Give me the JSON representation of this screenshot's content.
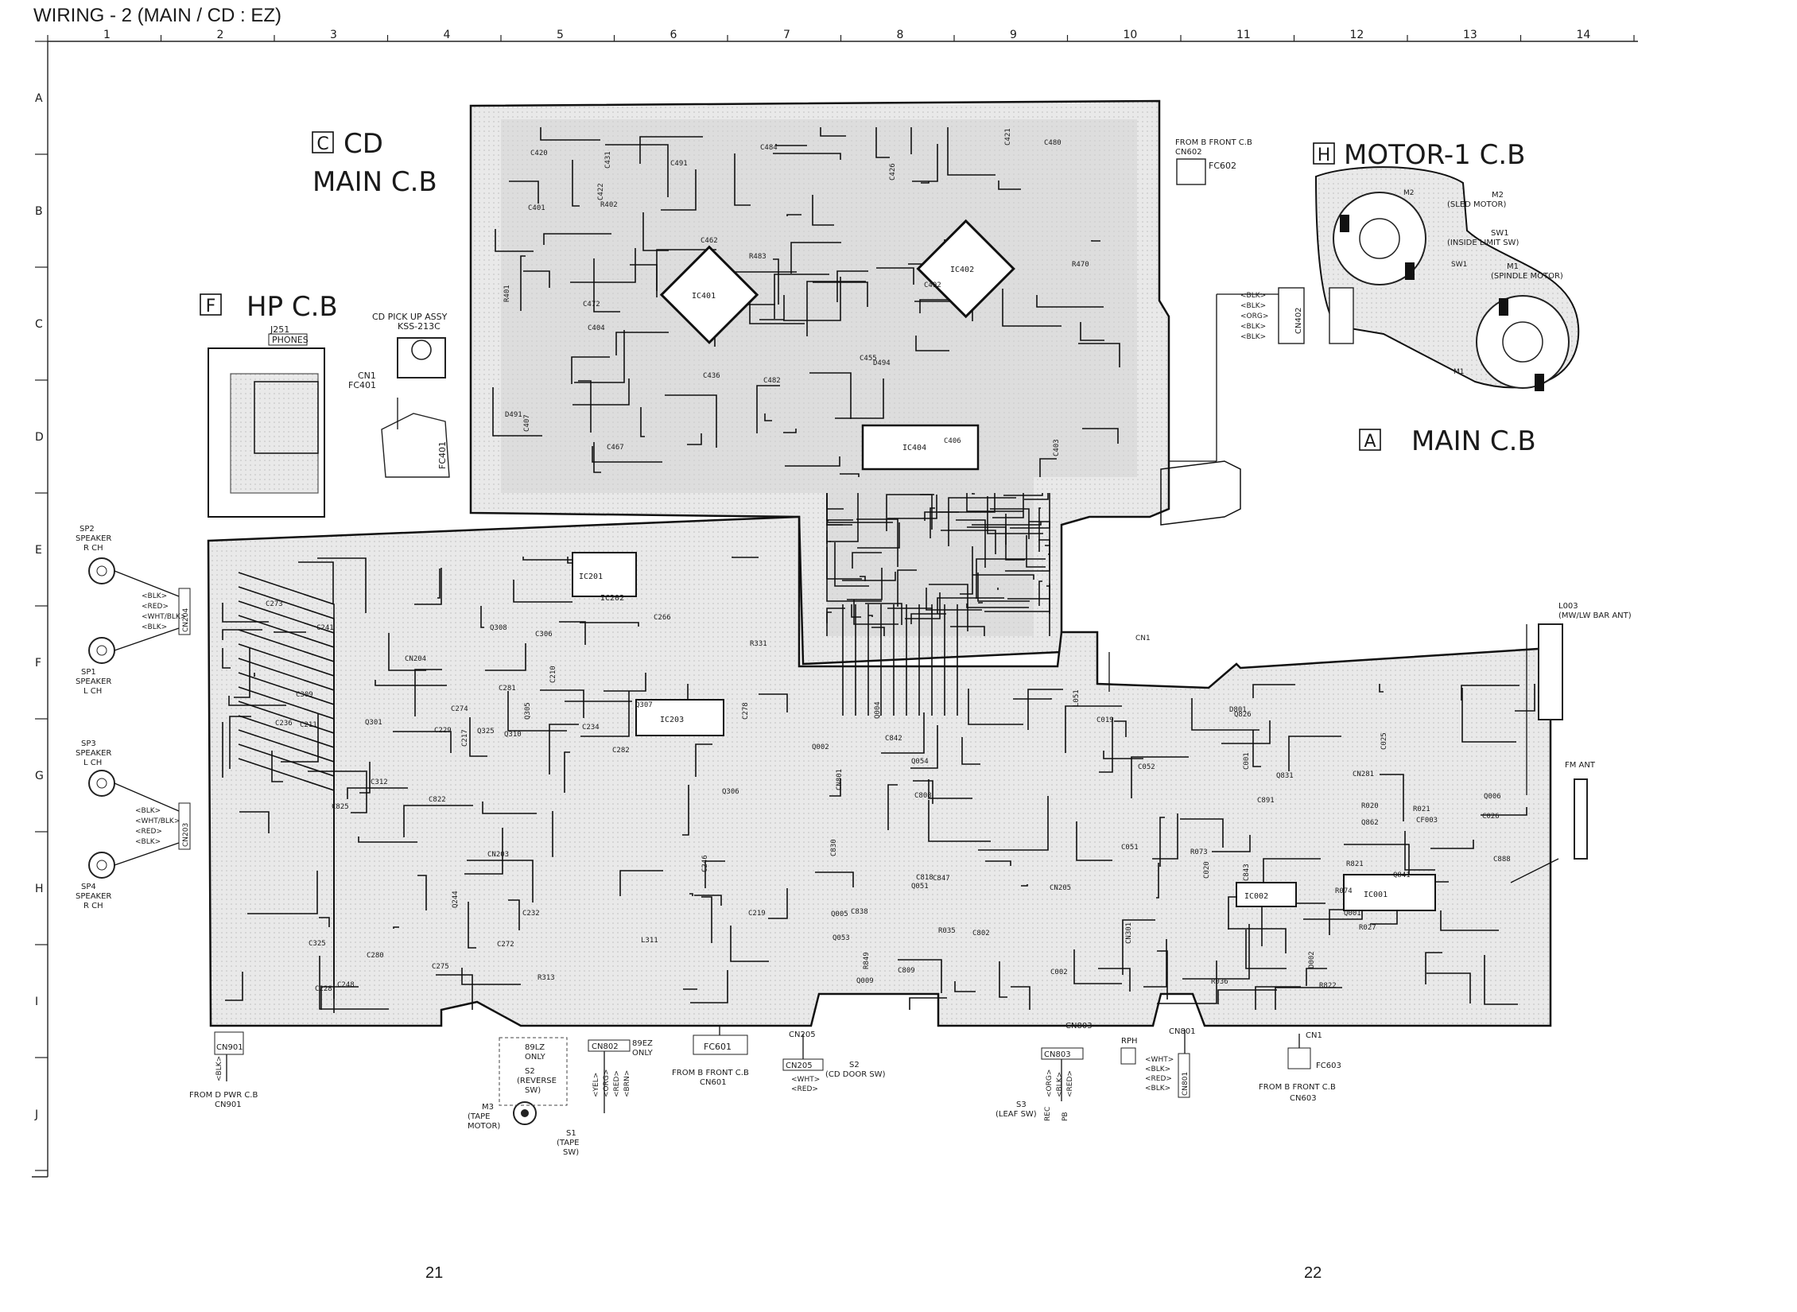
{
  "page": {
    "title": "WIRING - 2  (MAIN / CD : EZ)",
    "left_page": "21",
    "right_page": "22"
  },
  "grid": {
    "columns": [
      "1",
      "2",
      "3",
      "4",
      "5",
      "6",
      "7",
      "8",
      "9",
      "10",
      "11",
      "12",
      "13",
      "14"
    ],
    "rows": [
      "A",
      "B",
      "C",
      "D",
      "E",
      "F",
      "G",
      "H",
      "I",
      "J"
    ]
  },
  "boards": {
    "cd": {
      "letter": "C",
      "line1": "CD",
      "line2": "MAIN C.B"
    },
    "hp": {
      "letter": "F",
      "name": "HP C.B"
    },
    "motor": {
      "letter": "H",
      "name": "MOTOR-1 C.B"
    },
    "main": {
      "letter": "A",
      "name": "MAIN C.B"
    }
  },
  "labels": {
    "j251": "J251",
    "phones": "PHONES",
    "pickup1": "CD PICK UP ASSY",
    "pickup2": "KSS-213C",
    "cn1": "CN1",
    "fc401": "FC401",
    "fc401b": "FC401",
    "from_front1": "FROM",
    "from_front_b": "B",
    "from_front2": "FRONT C.B",
    "cn602": "CN602",
    "fc602": "FC602",
    "m2": "M2",
    "m2_name": "(SLED MOTOR)",
    "sw1": "SW1",
    "sw1_name": "(INSIDE LIMIT SW)",
    "m1": "M1",
    "m1_name": "(SPINDLE MOTOR)",
    "m2_pcb": "M2",
    "m1_pcb": "M1",
    "sw1_pcb": "SW1",
    "cn402": "CN402",
    "cd_wires": [
      "<BLK>",
      "<BLK>",
      "<ORG>",
      "<BLK>",
      "<BLK>"
    ],
    "sp2": "SP2",
    "sp2_a": "SPEAKER",
    "sp2_b": "R CH",
    "sp1": "SP1",
    "sp1_a": "SPEAKER",
    "sp1_b": "L CH",
    "sp3": "SP3",
    "sp3_a": "SPEAKER",
    "sp3_b": "L CH",
    "sp4": "SP4",
    "sp4_a": "SPEAKER",
    "sp4_b": "R CH",
    "cn204": "CN204",
    "cn203": "CN203",
    "wires204": [
      "<BLK>",
      "<RED>",
      "<WHT/BLK>",
      "<BLK>"
    ],
    "wires203": [
      "<BLK>",
      "<WHT/BLK>",
      "<RED>",
      "<BLK>"
    ],
    "l003": "L003",
    "l003_name": "(MW/LW BAR ANT)",
    "fm_ant": "FM ANT",
    "cn901": "CN901",
    "from_pwr1": "FROM",
    "from_pwr_d": "D",
    "from_pwr2": "PWR C.B",
    "cn901b": "CN901",
    "wires901": [
      "<BLK>"
    ],
    "s2_name": "S2",
    "s2_a": "(REVERSE",
    "s2_b": "SW)",
    "only_89l": "89LZ",
    "only_89l_b": "ONLY",
    "only_89e": "89EZ",
    "only_89e_b": "ONLY",
    "cn802": "CN802",
    "wires802": [
      "<YEL>",
      "<ORG>",
      "<RED>",
      "<BRN>"
    ],
    "m3": "M3",
    "m3_a": "(TAPE",
    "m3_b": "MOTOR)",
    "s1": "S1",
    "s1_a": "(TAPE",
    "s1_b": "SW)",
    "fc601": "FC601",
    "from_fc601_1": "FROM",
    "from_fc601_b": "B",
    "from_fc601_2": "FRONT C.B",
    "cn601": "CN601",
    "cn205": "CN205",
    "cn205b": "CN205",
    "s2b": "S2",
    "s2b_name": "(CD DOOR SW)",
    "wires205": [
      "<WHT>",
      "<RED>"
    ],
    "cn803": "CN803",
    "cn803b": "CN803",
    "s3": "S3",
    "s3_name": "(LEAF SW)",
    "wires803": [
      "<ORG>",
      "<BLK>",
      "<RED>"
    ],
    "s3_contacts": [
      "PB",
      "REC"
    ],
    "cn801": "CN801",
    "cn801b": "CN801",
    "rph": "RPH",
    "wires801": [
      "<WHT>",
      "<BLK>",
      "<RED>",
      "<BLK>"
    ],
    "cn1_main": "CN1",
    "fc603": "FC603",
    "from_fc603_1": "FROM",
    "from_fc603_b": "B",
    "from_fc603_2": "FRONT C.B",
    "cn603": "CN603",
    "cn1_pcb": "CN1",
    "chips": [
      "IC401",
      "IC402",
      "IC404",
      "IC201",
      "IC202",
      "IC203",
      "IC001",
      "IC002"
    ],
    "refs": [
      "C455",
      "C436",
      "C407",
      "C404",
      "C401",
      "R402",
      "C403",
      "C406",
      "R401",
      "C431",
      "C426",
      "C421",
      "C422",
      "C420",
      "C480",
      "C472",
      "C467",
      "C482",
      "C462",
      "C491",
      "C492",
      "D491",
      "D494",
      "R470",
      "R483",
      "C484",
      "Q244",
      "C266",
      "C278",
      "C275",
      "C274",
      "C272",
      "C273",
      "C281",
      "C280",
      "C282",
      "CN204",
      "CN203",
      "C210",
      "C211",
      "C217",
      "C219",
      "C228",
      "C229",
      "C236",
      "C234",
      "C232",
      "C241",
      "C246",
      "C248",
      "Q325",
      "C309",
      "C306",
      "Q301",
      "Q305",
      "Q306",
      "Q307",
      "Q308",
      "Q310",
      "C312",
      "C325",
      "R313",
      "R331",
      "L311",
      "C822",
      "C825",
      "C891",
      "C808",
      "C809",
      "C888",
      "C818",
      "C830",
      "C838",
      "C843",
      "C847",
      "C842",
      "Q841",
      "Q862",
      "L051",
      "Q053",
      "Q054",
      "Q051",
      "C051",
      "C052",
      "C001",
      "C002",
      "Q005",
      "Q004",
      "Q006",
      "Q009",
      "R020",
      "R036",
      "C025",
      "C026",
      "C019",
      "C020",
      "CF003",
      "D002",
      "R073",
      "R074",
      "Q001",
      "Q002",
      "R021",
      "R027",
      "R035",
      "CN301",
      "CN801",
      "CN205",
      "CN281",
      "R821",
      "R822",
      "R849",
      "C802",
      "D801",
      "Q826",
      "Q831"
    ]
  }
}
